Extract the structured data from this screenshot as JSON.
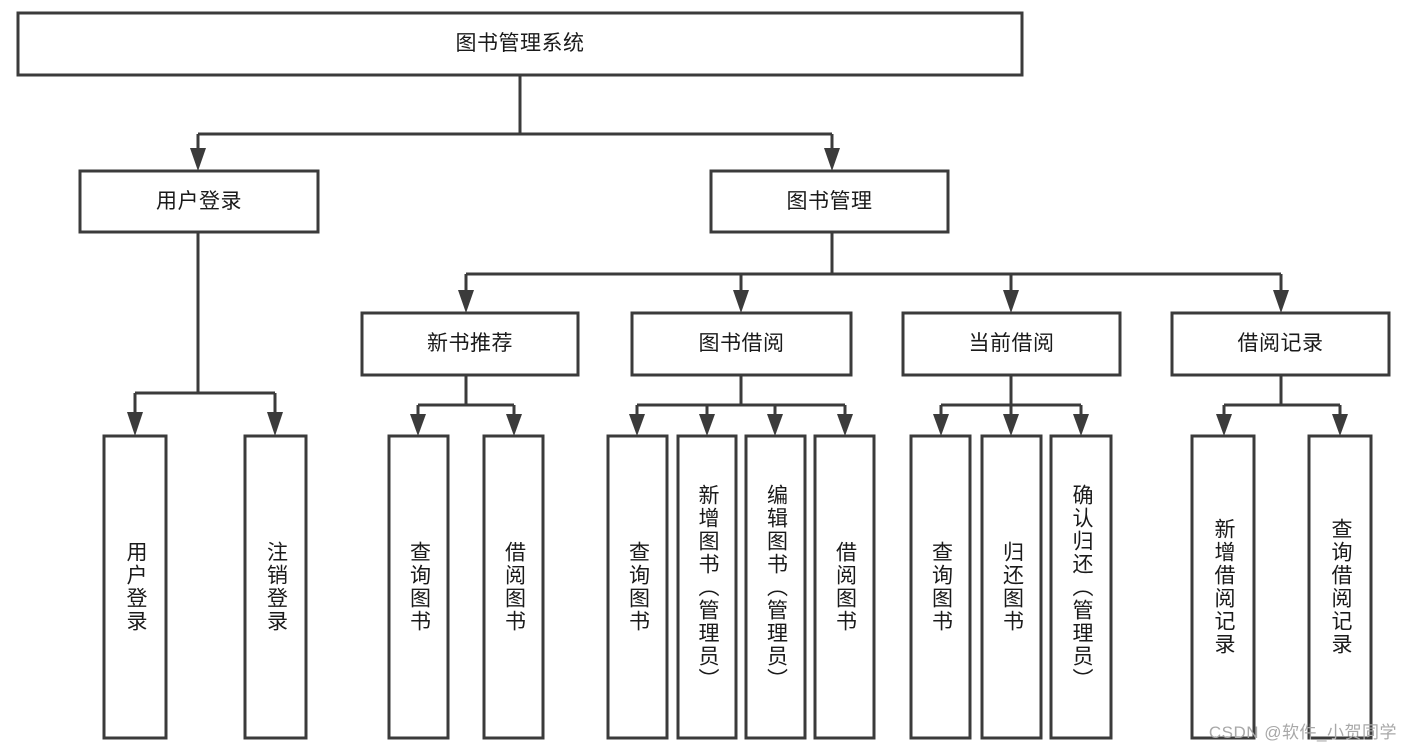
{
  "diagram": {
    "type": "tree-hierarchy",
    "title": "图书管理系统",
    "root": {
      "label": "图书管理系统",
      "level": 0
    },
    "level1": [
      {
        "label": "用户登录"
      },
      {
        "label": "图书管理"
      }
    ],
    "level2": [
      {
        "label": "新书推荐"
      },
      {
        "label": "图书借阅"
      },
      {
        "label": "当前借阅"
      },
      {
        "label": "借阅记录"
      }
    ],
    "leaves": {
      "user_login": [
        {
          "label": "用户登录"
        },
        {
          "label": "注销登录"
        }
      ],
      "new_book_recommend": [
        {
          "label": "查询图书"
        },
        {
          "label": "借阅图书"
        }
      ],
      "book_borrow": [
        {
          "label": "查询图书"
        },
        {
          "label": "新增图书（管理员）"
        },
        {
          "label": "编辑图书（管理员）"
        },
        {
          "label": "借阅图书"
        }
      ],
      "current_borrow": [
        {
          "label": "查询图书"
        },
        {
          "label": "归还图书"
        },
        {
          "label": "确认归还（管理员）"
        }
      ],
      "borrow_record": [
        {
          "label": "新增借阅记录"
        },
        {
          "label": "查询借阅记录"
        }
      ]
    }
  },
  "watermark": {
    "text": "CSDN @软件_小贺同学"
  },
  "colors": {
    "stroke": "#3b3b3b",
    "box_fill": "#ffffff",
    "text": "#1a1a1a",
    "watermark": "#a8a8a8",
    "background": "#ffffff"
  }
}
